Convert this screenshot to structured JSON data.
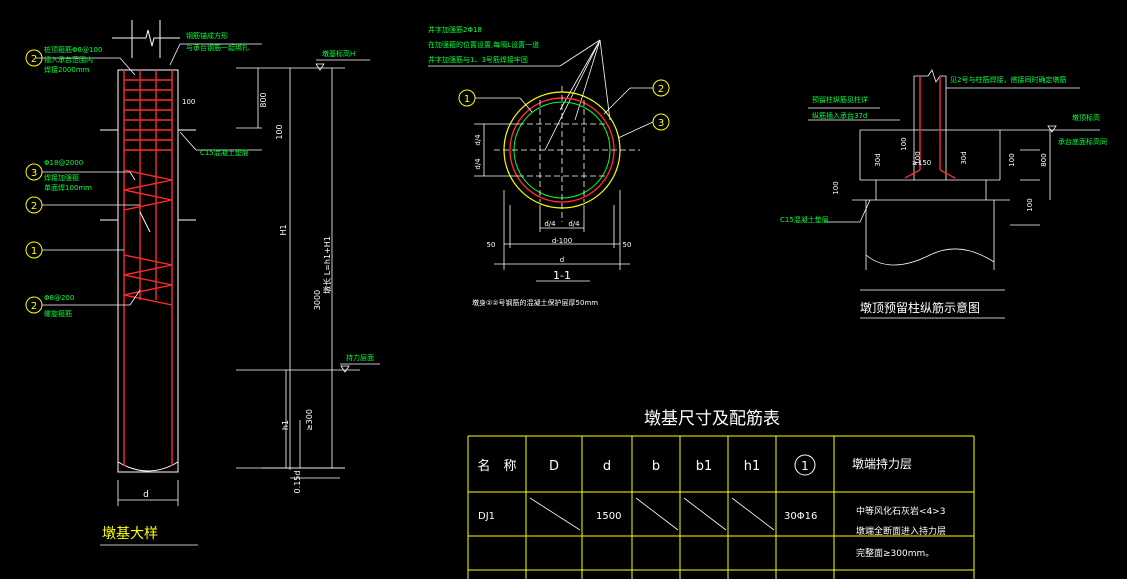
{
  "colors": {
    "background": "#000000",
    "white": "#ffffff",
    "yellow": "#ffff00",
    "red": "#ff2a2a",
    "green": "#00ff3c",
    "cyan": "#00ffff",
    "gray": "#c8c8c8"
  },
  "pier_detail": {
    "title": "墩基大样",
    "label_2_top_line1": "桩顶箍筋Φ8@100",
    "label_2_top_line2": "插入承台范围内",
    "label_2_top_line3": "焊接2000mm",
    "label_top_right_line1": "钢筋锚成方形",
    "label_top_right_line2": "与承台钢筋一起绑扎",
    "label_100_side": "100",
    "label_c15": "C15混凝土垫层",
    "label_3_line1": "Φ18@2000",
    "label_3_line2": "焊接加强箍",
    "label_3_line3": "单面焊100mm",
    "label_2_bottom_line1": "Φ8@200",
    "label_2_bottom_line2": "螺旋箍筋",
    "bubble_1": "1",
    "bubble_2": "2",
    "bubble_3": "3",
    "dim_d": "d"
  },
  "elevation_dims": {
    "top_label": "墩基标高H",
    "bearing_label": "持力层面",
    "dim_800": "800",
    "dim_100": "100",
    "dim_H1": "H1",
    "dim_3000": "3000",
    "dim_L": "墩长 L=h1+H1",
    "dim_h1": "h1",
    "dim_ge300": "≥300",
    "dim_015d": "0.15d"
  },
  "section": {
    "note_line1": "井字加强筋2Φ18",
    "note_line2": "在加强箍的位置设置,每隔L设置一道",
    "note_line3": "井字加强筋与1、3号筋焊接牢固",
    "bubble_1": "1",
    "bubble_2": "2",
    "bubble_3": "3",
    "dim_d4_a": "d/4",
    "dim_d4_b": "d/4",
    "dim_d4_c": "d/4",
    "dim_d4_d": "d/4",
    "dim_50_left": "50",
    "dim_50_right": "50",
    "dim_d100": "d-100",
    "dim_d": "d",
    "title": "1-1",
    "footnote": "墩身②②号钢筋的混凝土保护层厚50mm"
  },
  "top_detail": {
    "note_top": "见2号与柱筋焊接，搭接同时确定墩筋",
    "note_left_1": "预留柱纵筋见柱详",
    "note_left_2": "纵筋插入承台37d",
    "label_right_1": "墩顶标高",
    "label_right_2": "承台底面标高同",
    "dim_100a": "100",
    "dim_100b": "100",
    "dim_150": "≥150",
    "dim_30d": "30d",
    "dim_30d_b": "30d",
    "dim_100c": "100",
    "dim_800": "800",
    "dim_100d": "100",
    "dim_100e": "100",
    "label_c15": "C15混凝土垫层",
    "title": "墩顶预留柱纵筋示意图"
  },
  "table": {
    "title": "墩基尺寸及配筋表",
    "headers": [
      "名　称",
      "D",
      "d",
      "b",
      "b1",
      "h1",
      "1",
      "墩端持力层"
    ],
    "rows": [
      {
        "name": "DJ1",
        "D": "",
        "d": "1500",
        "b": "",
        "b1": "",
        "h1": "",
        "rebar": "30Φ16",
        "layer_line1": "中等风化石灰岩<4>3",
        "layer_line2": "墩端全断面进入持力层",
        "layer_line3": "完整面≥300mm。"
      }
    ]
  }
}
